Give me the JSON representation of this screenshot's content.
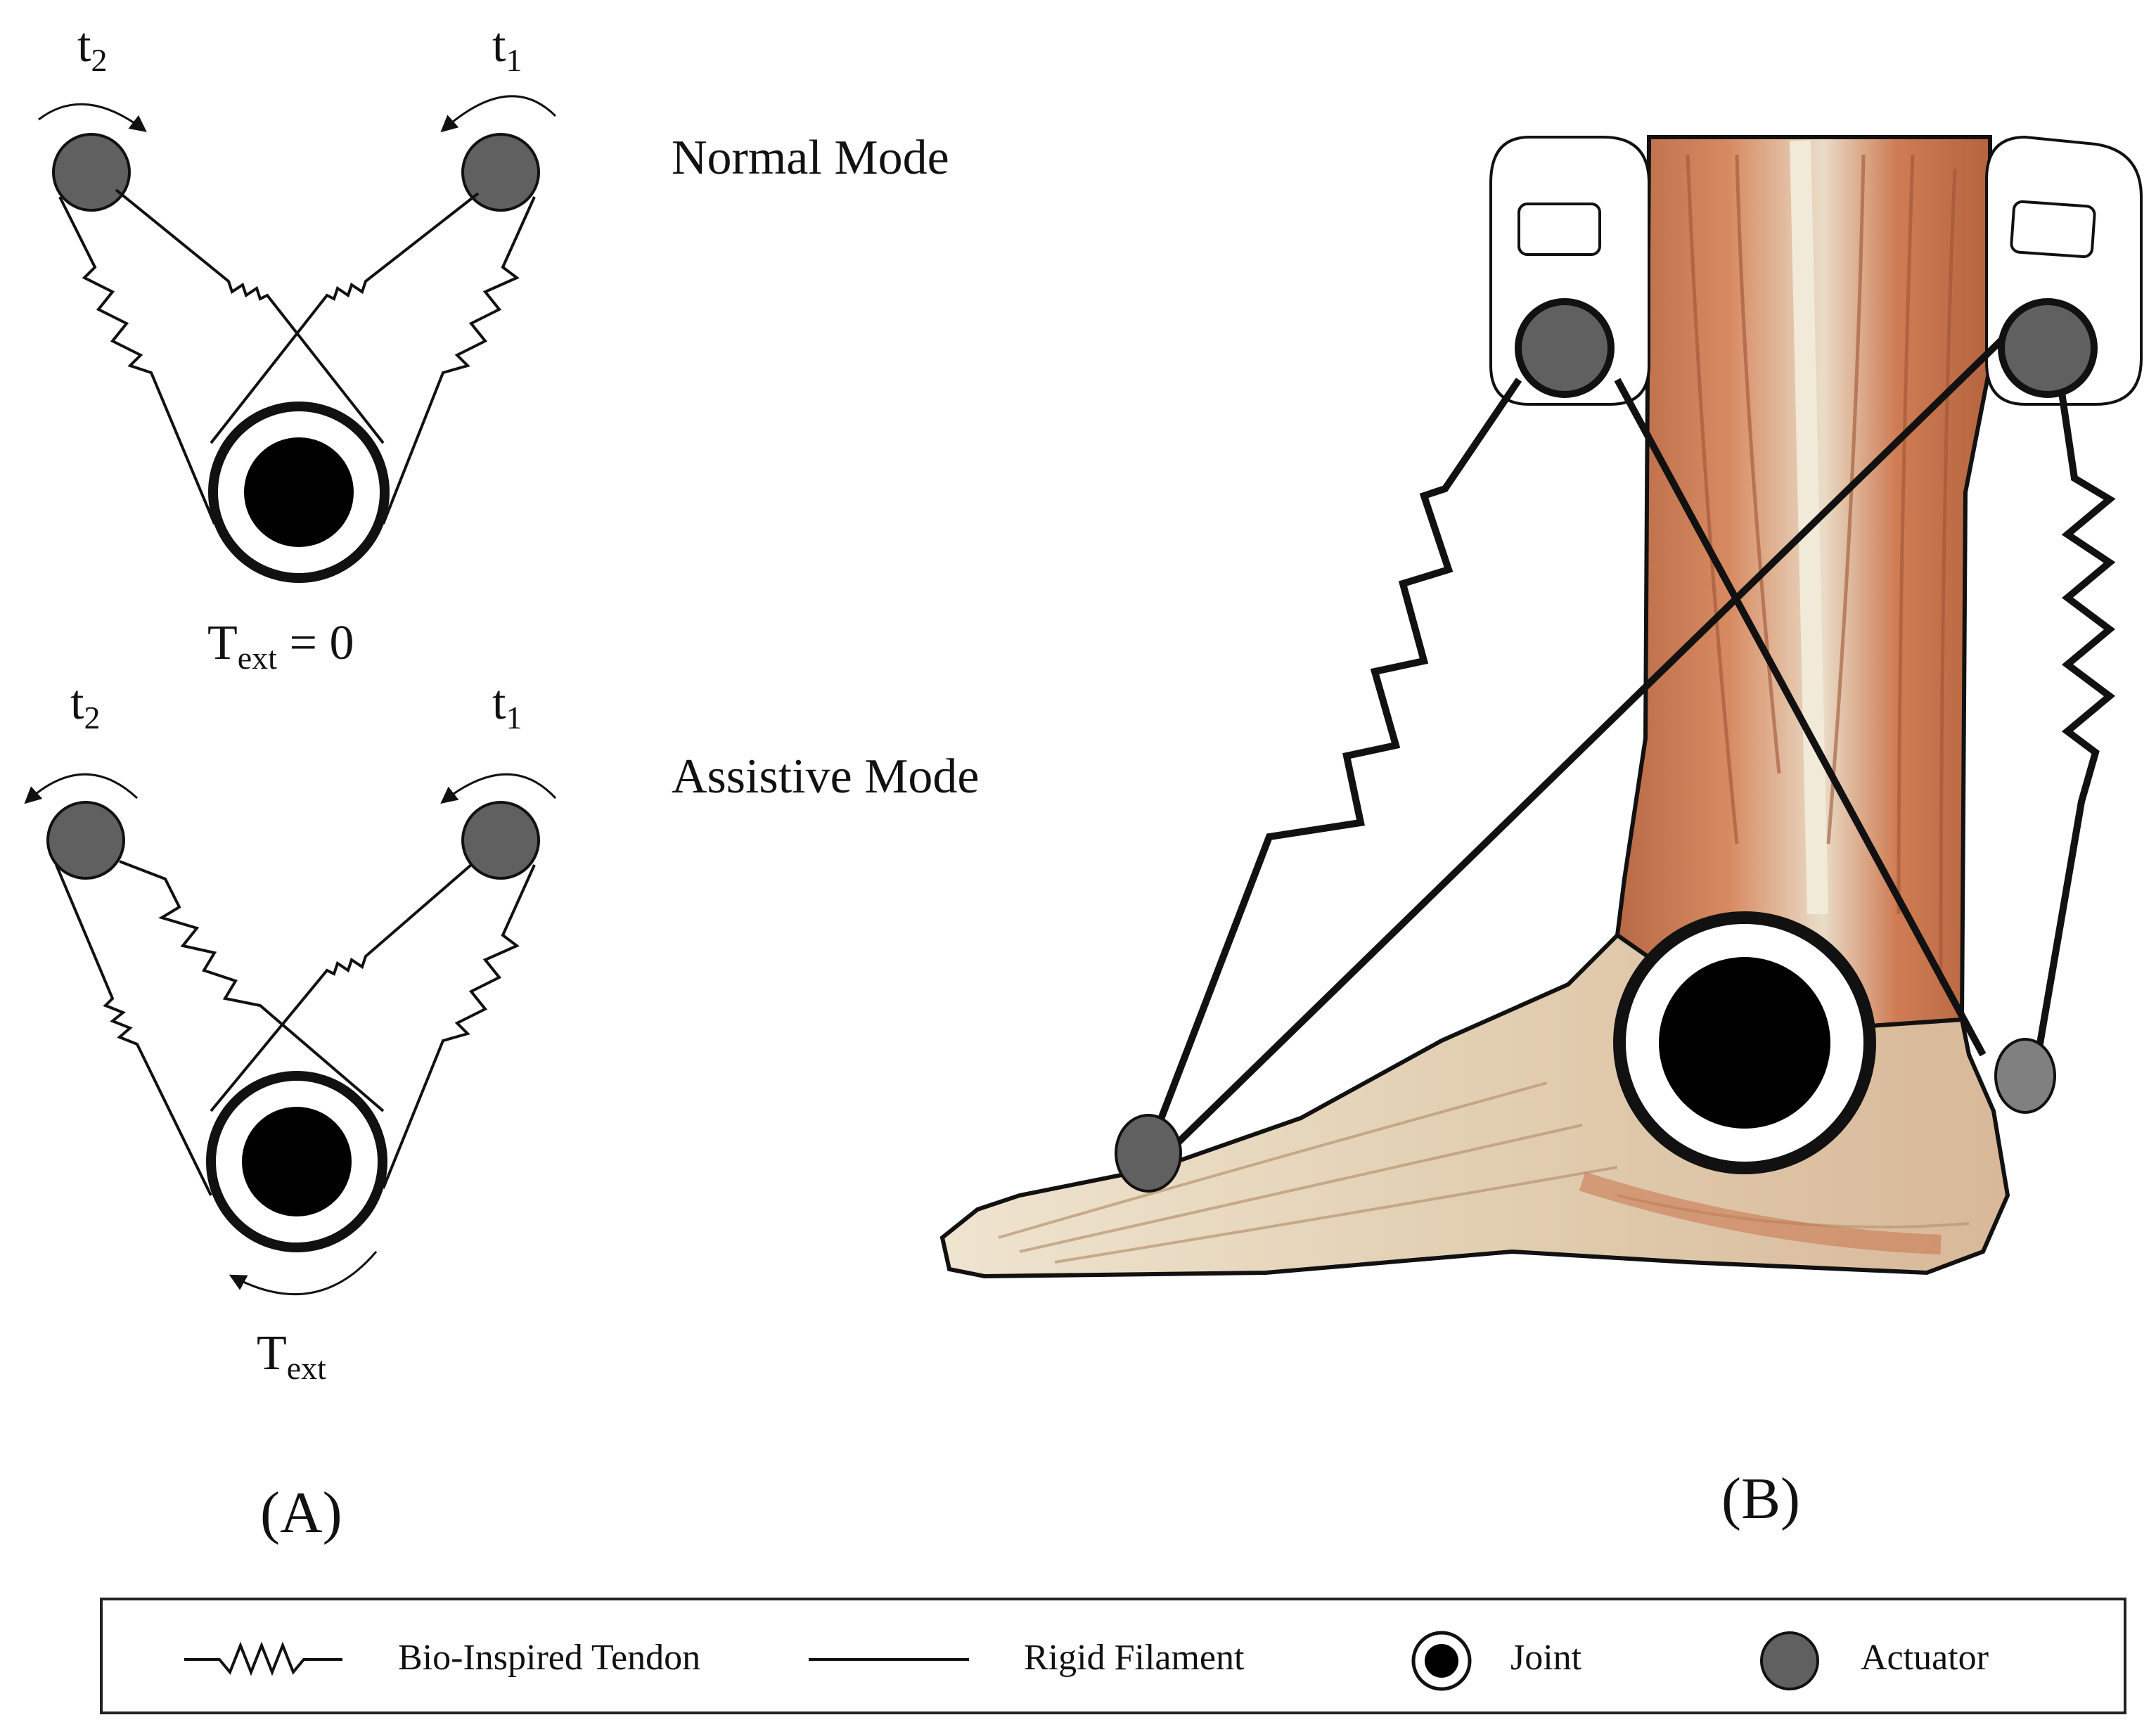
{
  "panel_a": {
    "normal": {
      "mode_label": "Normal Mode",
      "t2_label": "t",
      "t2_sub": "2",
      "t1_label": "t",
      "t1_sub": "1",
      "text_label": "T",
      "text_sub": "ext",
      "text_eq": " = 0"
    },
    "assistive": {
      "mode_label": "Assistive Mode",
      "t2_label": "t",
      "t2_sub": "2",
      "t1_label": "t",
      "t1_sub": "1",
      "text_label": "T",
      "text_sub": "ext"
    },
    "panel_label": "(A)"
  },
  "panel_b": {
    "panel_label": "(B)"
  },
  "legend": {
    "tendon_label": "Bio-Inspired Tendon",
    "filament_label": "Rigid Filament",
    "joint_label": "Joint",
    "actuator_label": "Actuator"
  },
  "colors": {
    "actuator_fill": "#606060",
    "line": "#111111",
    "muscle": "#c97a54",
    "bone": "#e8dcc8"
  }
}
